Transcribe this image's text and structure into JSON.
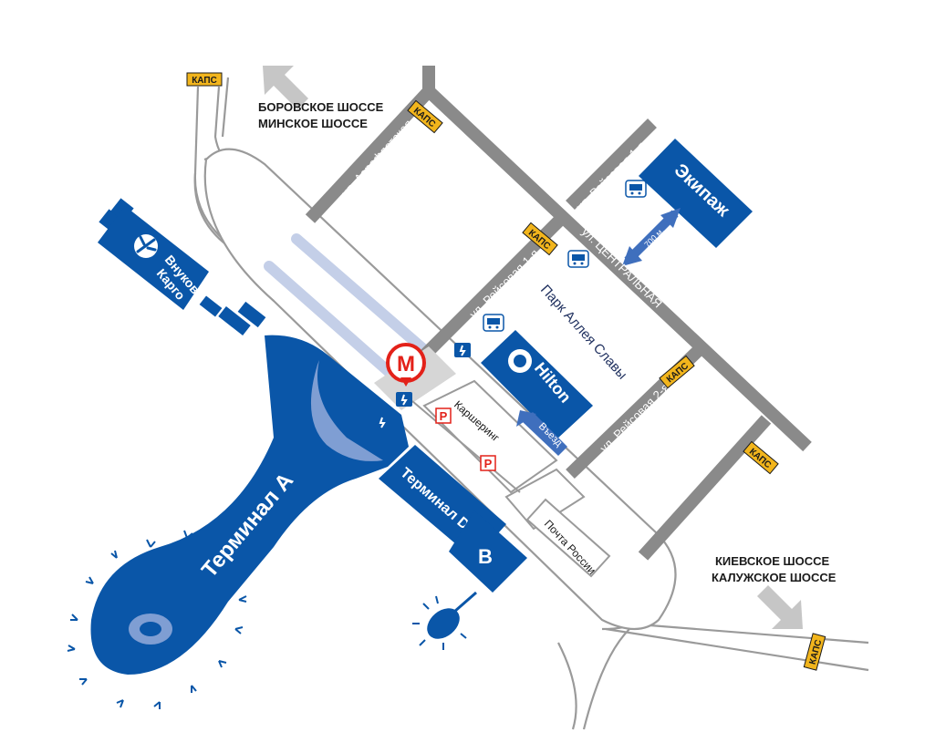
{
  "directions": {
    "north_line1": "БОРОВСКОЕ ШОССЕ",
    "north_line2": "МИНСКОЕ ШОССЕ",
    "south_line1": "КИЕВСКОЕ ШОССЕ",
    "south_line2": "КАЛУЖСКОЕ ШОССЕ"
  },
  "streets": {
    "aeroflotskaya": "ул. Аэрофлотская",
    "reysovaya_1_upper": "ул. Рейсовая 1-я",
    "reysovaya_1_lower": "ул. Рейсовая 1-я",
    "reysovaya_2": "ул. Рейсовая 2-я",
    "reysovaya_3": "ул. Рейсовая 3-я",
    "centralnaya": "ул. ЦЕНТРАЛЬНАЯ"
  },
  "caps_label": "КАПС",
  "places": {
    "cargo_line1": "Внуково",
    "cargo_line2": "Карго",
    "terminal_a": "Терминал А",
    "terminal_d": "Терминал D",
    "terminal_b": "B",
    "ekipazh": "Экипаж",
    "distance": "700 м.",
    "hilton": "Hilton",
    "park": "Парк Аллея Славы",
    "entrance": "Въезд",
    "carsharing": "Каршеринг",
    "post": "Почта России",
    "parking": "P",
    "metro": "M"
  },
  "colors": {
    "terminal_blue": "#0a56a8",
    "road_grey": "#8a8a8a",
    "caps_yellow": "#f2b51c",
    "metro_red": "#e32119",
    "arrow_grey": "#c6c6c6"
  },
  "icons": [
    "bus-icon",
    "person-icon",
    "parking-icon",
    "metro-icon",
    "plane-icon",
    "hilton-logo-icon"
  ]
}
